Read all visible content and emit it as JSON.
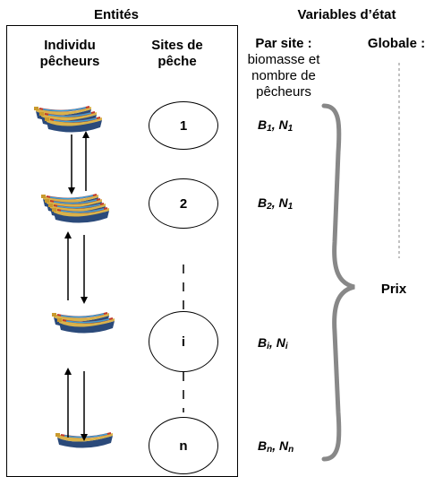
{
  "header": {
    "entites": "Entités",
    "variables": "Variables d’état"
  },
  "columns": {
    "individu_line1": "Individu",
    "individu_line2": "pêcheurs",
    "sites_line1": "Sites de",
    "sites_line2": "pêche",
    "par_site_title": "Par site :",
    "par_site_line1": "biomasse et",
    "par_site_line2": "nombre de",
    "par_site_line3": "pêcheurs",
    "globale_title": "Globale :"
  },
  "sites": [
    "1",
    "2",
    "i",
    "n"
  ],
  "variables": [
    {
      "b": "B",
      "b_sub": "1",
      "n": "N",
      "n_sub": "1"
    },
    {
      "b": "B",
      "b_sub": "2",
      "n": "N",
      "n_sub": "1"
    },
    {
      "b": "B",
      "b_sub": "i",
      "n": "N",
      "n_sub": "i"
    },
    {
      "b": "B",
      "b_sub": "n",
      "n": "N",
      "n_sub": "n"
    }
  ],
  "global_variable": "Prix",
  "icons": [
    "boat-group-icon",
    "boat-group-icon",
    "boat-group-icon",
    "boat-group-icon"
  ]
}
